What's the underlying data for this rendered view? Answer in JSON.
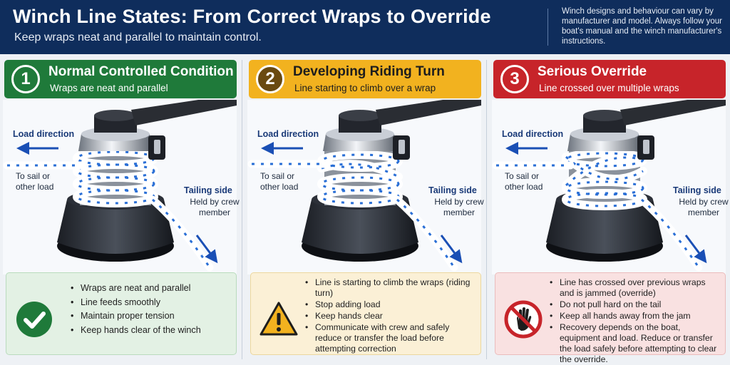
{
  "header": {
    "title": "Winch Line States: From Correct Wraps to Override",
    "subtitle": "Keep wraps neat and parallel to maintain control.",
    "note": "Winch designs and behaviour can vary by manufacturer and model. Always follow your boat's manual and the winch manufacturer's instructions."
  },
  "labels": {
    "load_direction": "Load direction",
    "to_sail": "To sail or other load",
    "tailing_side": "Tailing side",
    "held_by_crew": "Held by crew member"
  },
  "colors": {
    "header_bg": "#0f2d5c",
    "normal": "#1f7a3a",
    "developing": "#f2b21f",
    "serious": "#c7242a",
    "arrow_blue": "#1a4fb5"
  },
  "panels": [
    {
      "number": "1",
      "title": "Normal Controlled Condition",
      "subtitle": "Wraps are neat and parallel",
      "icon": "check-icon",
      "bullets": [
        "Wraps are neat and parallel",
        "Line feeds smoothly",
        "Maintain proper tension",
        "Keep hands clear of the winch"
      ]
    },
    {
      "number": "2",
      "title": "Developing Riding Turn",
      "subtitle": "Line starting to climb over a wrap",
      "icon": "warning-icon",
      "bullets": [
        "Line is starting to climb the wraps (riding turn)",
        "Stop adding load",
        "Keep hands clear",
        "Communicate with crew and safely reduce or transfer the load before attempting correction"
      ]
    },
    {
      "number": "3",
      "title": "Serious Override",
      "subtitle": "Line crossed over multiple wraps",
      "icon": "no-hand-icon",
      "bullets": [
        "Line has crossed over previous wraps and is jammed (override)",
        "Do not pull hard on the tail",
        "Keep all hands away from the jam",
        "Recovery depends on the boat, equipment and load. Reduce or transfer the load safely before attempting to clear the override."
      ]
    }
  ]
}
